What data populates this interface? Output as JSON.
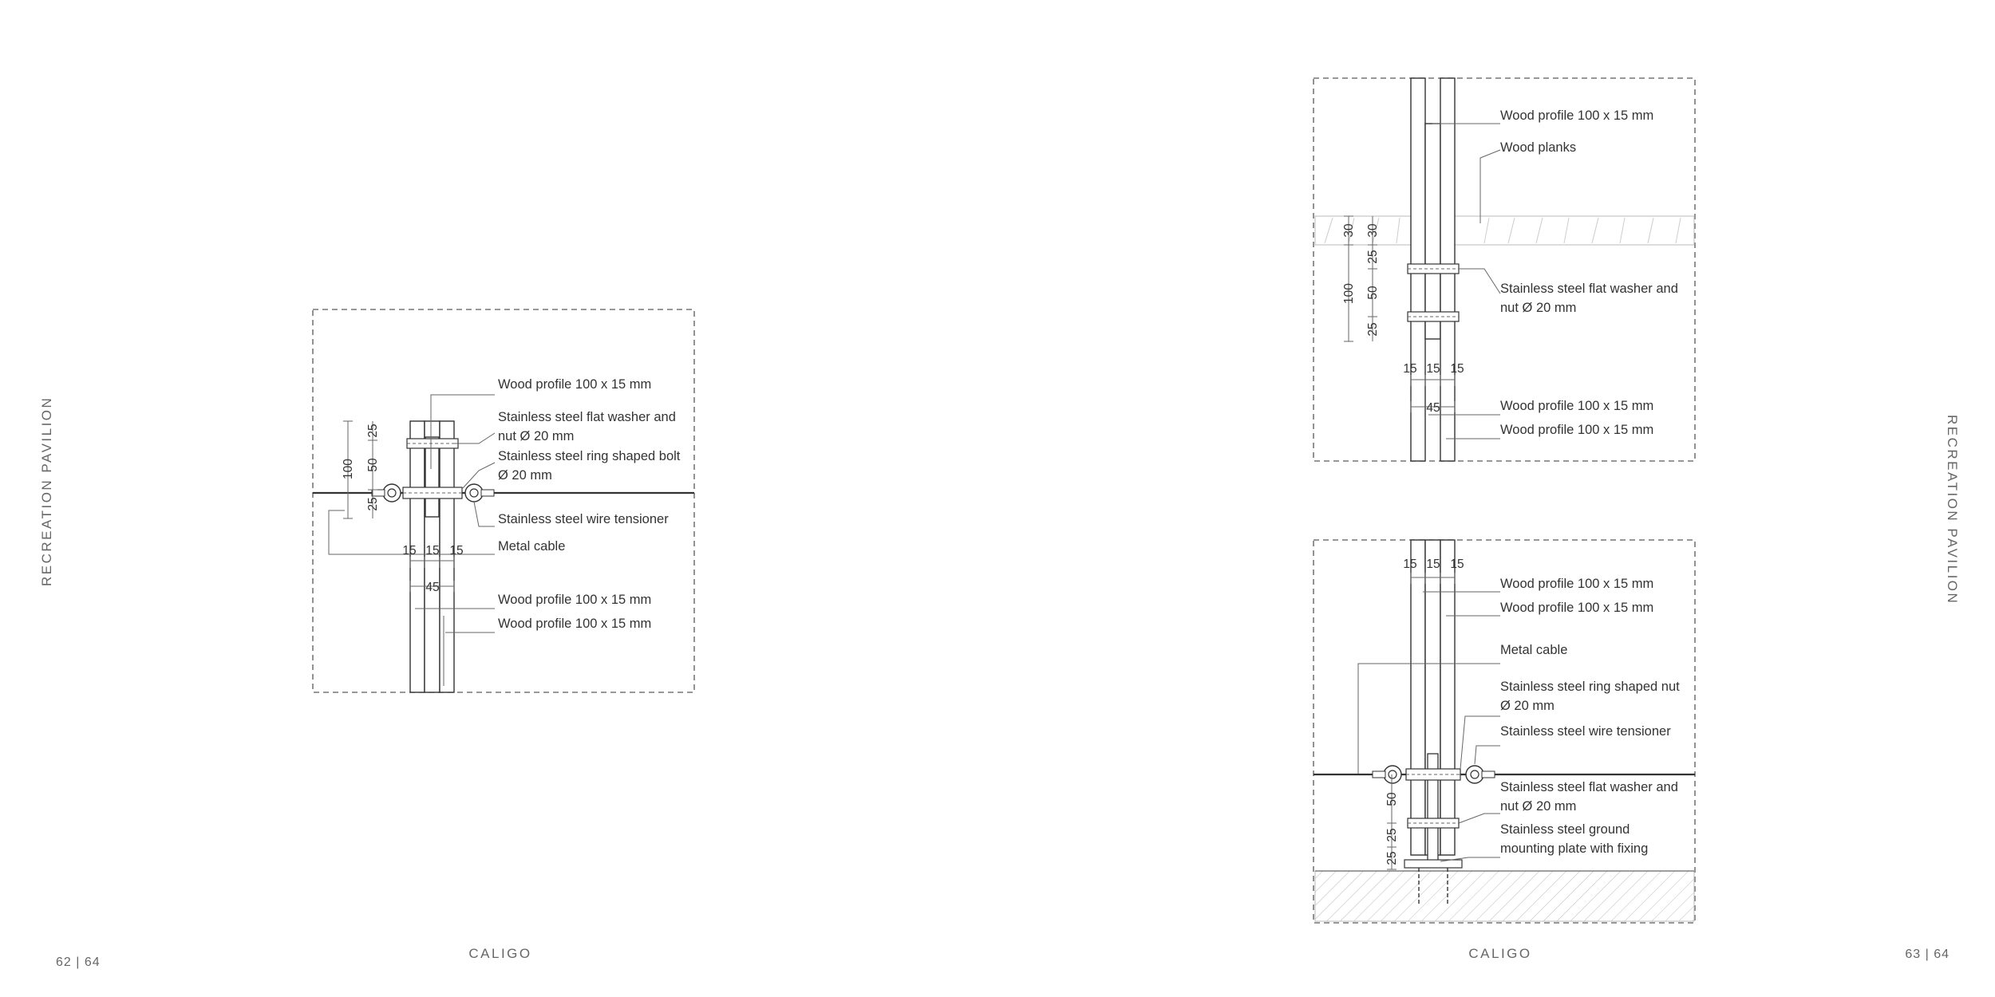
{
  "spread": {
    "left_page": {
      "side_title": "RECREATION PAVILION",
      "footer_title": "CALIGO",
      "page_number": "62 | 64"
    },
    "right_page": {
      "side_title": "RECREATION PAVILION",
      "footer_title": "CALIGO",
      "page_number": "63 | 64"
    }
  },
  "detail_left": {
    "labels": {
      "l1": "Wood profile 100 x 15 mm",
      "l2a": "Stainless steel flat washer and",
      "l2b": "nut Ø 20 mm",
      "l3a": "Stainless steel ring shaped bolt",
      "l3b": "Ø 20 mm",
      "l4": "Stainless steel wire tensioner",
      "l5": "Metal cable",
      "l6": "Wood profile 100 x 15 mm",
      "l7": "Wood profile 100 x 15 mm"
    },
    "dims": {
      "d15a": "15",
      "d15b": "15",
      "d15c": "15",
      "d45": "45",
      "d100": "100",
      "d50": "50",
      "d25a": "25",
      "d25b": "25"
    }
  },
  "detail_top_right": {
    "labels": {
      "l1": "Wood profile 100 x 15 mm",
      "l2": "Wood planks",
      "l3a": "Stainless steel flat washer and",
      "l3b": "nut Ø 20 mm",
      "l4": "Wood profile 100 x 15 mm",
      "l5": "Wood profile 100 x 15 mm"
    },
    "dims": {
      "d15a": "15",
      "d15b": "15",
      "d15c": "15",
      "d45": "45",
      "d100": "100",
      "d30a": "30",
      "d30b": "30",
      "d50": "50",
      "d25a": "25",
      "d25b": "25"
    }
  },
  "detail_bottom_right": {
    "labels": {
      "l1": "Wood profile 100 x 15 mm",
      "l2": "Wood profile 100 x 15 mm",
      "l3": "Metal cable",
      "l4a": "Stainless steel ring shaped nut",
      "l4b": "Ø 20 mm",
      "l5": "Stainless steel wire tensioner",
      "l6a": "Stainless steel flat washer and",
      "l6b": "nut Ø 20 mm",
      "l7a": "Stainless steel ground",
      "l7b": "mounting plate with fixing"
    },
    "dims": {
      "d15a": "15",
      "d15b": "15",
      "d15c": "15",
      "d50": "50",
      "d25a": "25",
      "d25b": "25"
    }
  }
}
